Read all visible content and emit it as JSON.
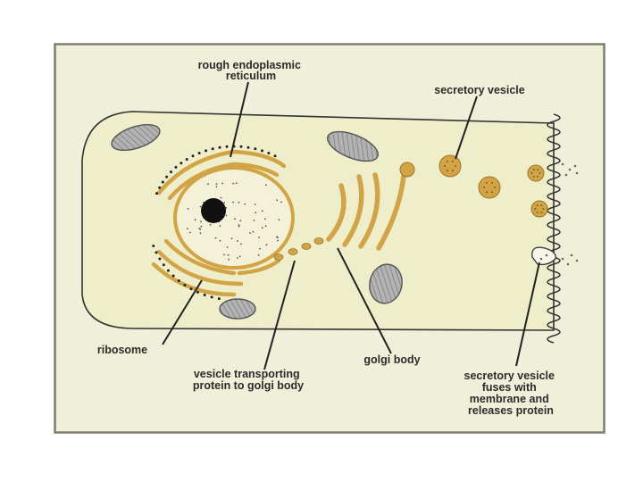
{
  "colors": {
    "panel_fill": "#f0f0da",
    "panel_border": "#7e7e6c",
    "cell_fill": "#eeeecb",
    "cell_outline": "#333333",
    "organelle_gold": "#d2a445",
    "organelle_gold_dark": "#9c7424",
    "mito_fill": "#a7a7a7",
    "nucleolus": "#111111",
    "label_text": "#2b2b2b",
    "leader_line": "#222222"
  },
  "labels": {
    "rough_er": [
      "rough endoplasmic",
      "reticulum"
    ],
    "secretory_vesicle": [
      "secretory vesicle"
    ],
    "ribosome": [
      "ribosome"
    ],
    "vesicle_transport": [
      "vesicle transporting",
      "protein to golgi body"
    ],
    "golgi_body": [
      "golgi body"
    ],
    "secretory_fuses": [
      "secretory vesicle",
      "fuses with",
      "membrane and",
      "releases protein"
    ]
  },
  "structures": {
    "cell": "cell",
    "nucleus": "nucleus",
    "nucleolus": "nucleolus",
    "rough_er": "rough endoplasmic reticulum",
    "golgi": "golgi body",
    "mitochondria": "mitochondrion",
    "vesicles": "secretory vesicle",
    "membrane": "cell membrane"
  }
}
